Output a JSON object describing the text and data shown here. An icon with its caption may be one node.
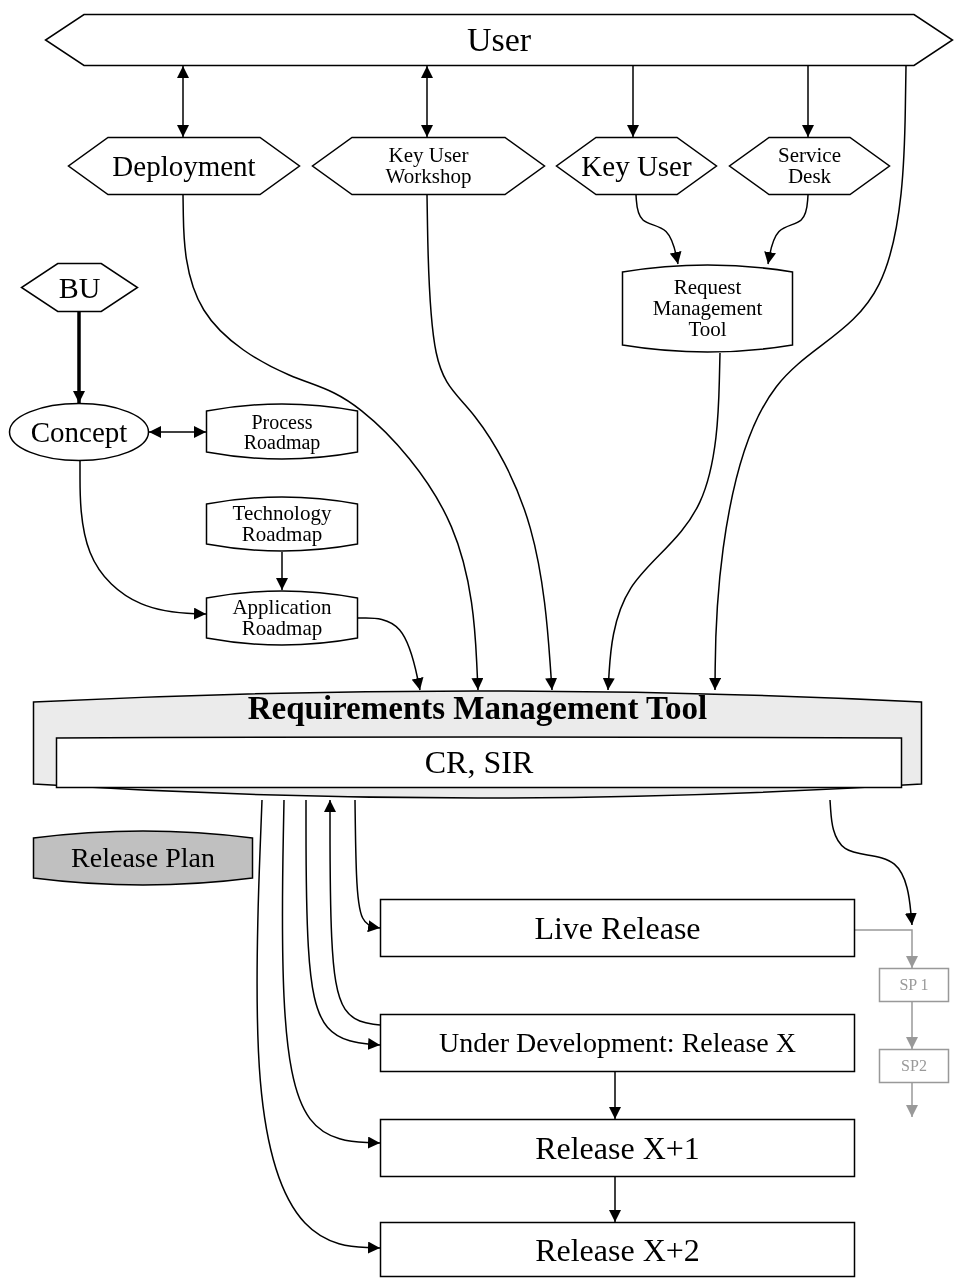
{
  "diagram": {
    "nodes": [
      {
        "text": [
          "User"
        ]
      },
      {
        "text": [
          "Deployment"
        ]
      },
      {
        "text": [
          "Key User Workshop"
        ]
      },
      {
        "text": [
          "Key User"
        ]
      },
      {
        "text": [
          "Service Desk"
        ]
      },
      {
        "text": [
          "BU"
        ]
      },
      {
        "text": [
          "Request Management Tool"
        ]
      },
      {
        "text": [
          "Concept"
        ]
      },
      {
        "text": [
          "Process Roadmap"
        ]
      },
      {
        "text": [
          "Technology Roadmap"
        ]
      },
      {
        "text": [
          "Application Roadmap"
        ]
      },
      {
        "text": [
          "Requirements Management Tool"
        ]
      },
      {
        "text": [
          "CR, SIR"
        ],
        "in": 11
      },
      {
        "text": [
          "Release Plan"
        ]
      },
      {
        "text": [
          "Live Release"
        ]
      },
      {
        "text": [
          "Under Development: Release X"
        ]
      },
      {
        "text": [
          "Release X+1"
        ]
      },
      {
        "text": [
          "Release X+2"
        ]
      },
      {
        "text": [
          "SP 1"
        ]
      },
      {
        "text": [
          "SP2"
        ]
      }
    ],
    "edges": [
      {
        "from": 0,
        "to": 1,
        "arrow": "both"
      },
      {
        "from": 0,
        "to": 2,
        "arrow": "both"
      },
      {
        "from": 0,
        "to": 3,
        "arrow": "to"
      },
      {
        "from": 0,
        "to": 4,
        "arrow": "to"
      },
      {
        "from": 3,
        "to": 6,
        "arrow": "to"
      },
      {
        "from": 4,
        "to": 6,
        "arrow": "to"
      },
      {
        "from": 5,
        "to": 7,
        "arrow": "to",
        "style": "thick"
      },
      {
        "from": 7,
        "to": 8,
        "arrow": "both"
      },
      {
        "from": 7,
        "to": 10,
        "arrow": "to"
      },
      {
        "from": 9,
        "to": 10,
        "arrow": "to"
      },
      {
        "from": 10,
        "to": 11,
        "arrow": "to"
      },
      {
        "from": 1,
        "to": 11,
        "arrow": "to"
      },
      {
        "from": 2,
        "to": 11,
        "arrow": "to"
      },
      {
        "from": 6,
        "to": 11,
        "arrow": "to"
      },
      {
        "from": 0,
        "to": 11,
        "arrow": "to"
      },
      {
        "from": 11,
        "to": 14,
        "arrow": "to"
      },
      {
        "from": 11,
        "to": 15,
        "arrow": "to"
      },
      {
        "from": 11,
        "to": 16,
        "arrow": "to"
      },
      {
        "from": 11,
        "to": 17,
        "arrow": "to"
      },
      {
        "from": 15,
        "to": 11,
        "arrow": "to"
      },
      {
        "from": 11,
        "to": null,
        "arrow": "to"
      },
      {
        "from": 14,
        "to": 18,
        "arrow": "to",
        "color": "#999999"
      },
      {
        "from": 18,
        "to": 19,
        "arrow": "to",
        "color": "#999999"
      },
      {
        "from": 19,
        "to": null,
        "arrow": "to",
        "color": "#999999"
      },
      {
        "from": 15,
        "to": 16,
        "arrow": "to"
      },
      {
        "from": 16,
        "to": 17,
        "arrow": "to"
      }
    ]
  }
}
